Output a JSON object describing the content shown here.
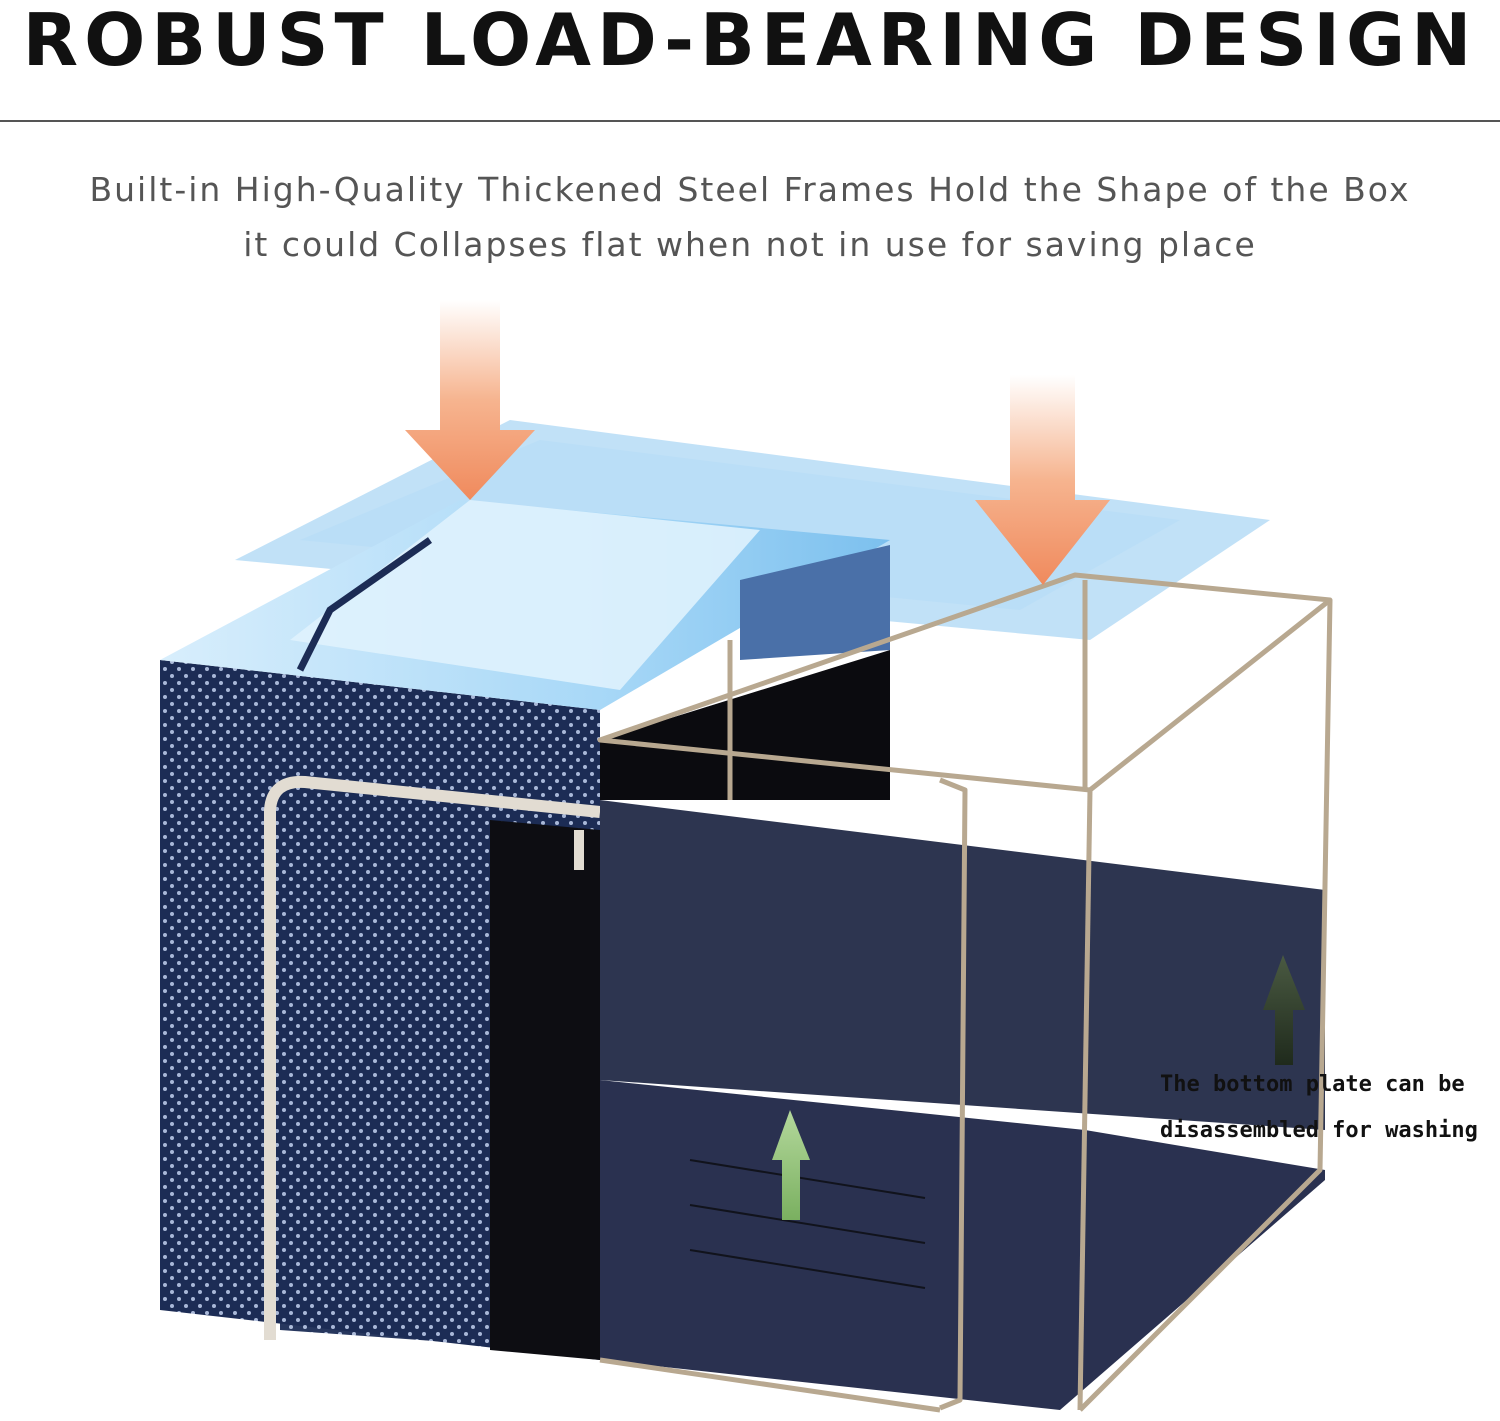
{
  "headline": "ROBUST LOAD-BEARING DESIGN",
  "subheading": {
    "line1": "Built-in High-Quality Thickened Steel Frames Hold the Shape of the Box",
    "line2": "it could Collapses flat when not in use for saving place"
  },
  "callout": {
    "line1": "The bottom plate can be",
    "line2": "disassembled for washing"
  },
  "colors": {
    "fabric_navy": "#1c2c55",
    "panel_navy": "#2d3550",
    "lid_blue": "#8ec8f0",
    "frame_steel": "#b8a890",
    "arrow_orange": "#f08a5d",
    "arrow_green": "#8fbf70",
    "arrow_dark": "#2e3a2a"
  }
}
